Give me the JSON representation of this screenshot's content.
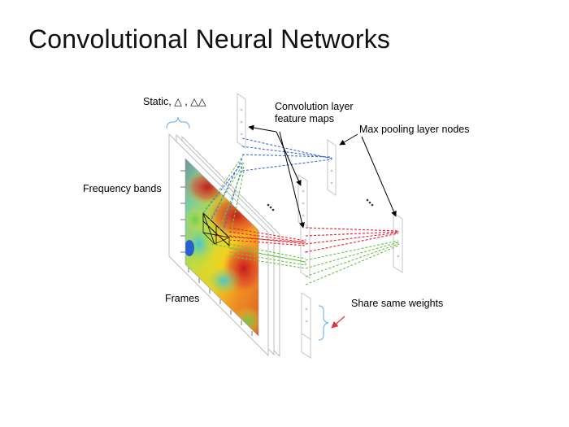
{
  "slide": {
    "title": "Convolutional Neural Networks"
  },
  "labels": {
    "static": "Static, △ , △△",
    "conv_line1": "Convolution layer",
    "conv_line2": "feature maps",
    "maxpool": "Max pooling layer nodes",
    "freq_bands": "Frequency bands",
    "frames": "Frames",
    "share_weights": "Share same weights"
  },
  "colors": {
    "blue_lines": "#3a6fd8",
    "red_lines": "#e8232e",
    "green_lines": "#6cc24a",
    "brace": "#7fb8e6",
    "arrow_red": "#e0303a",
    "frame_stroke": "#bdbdbd"
  }
}
